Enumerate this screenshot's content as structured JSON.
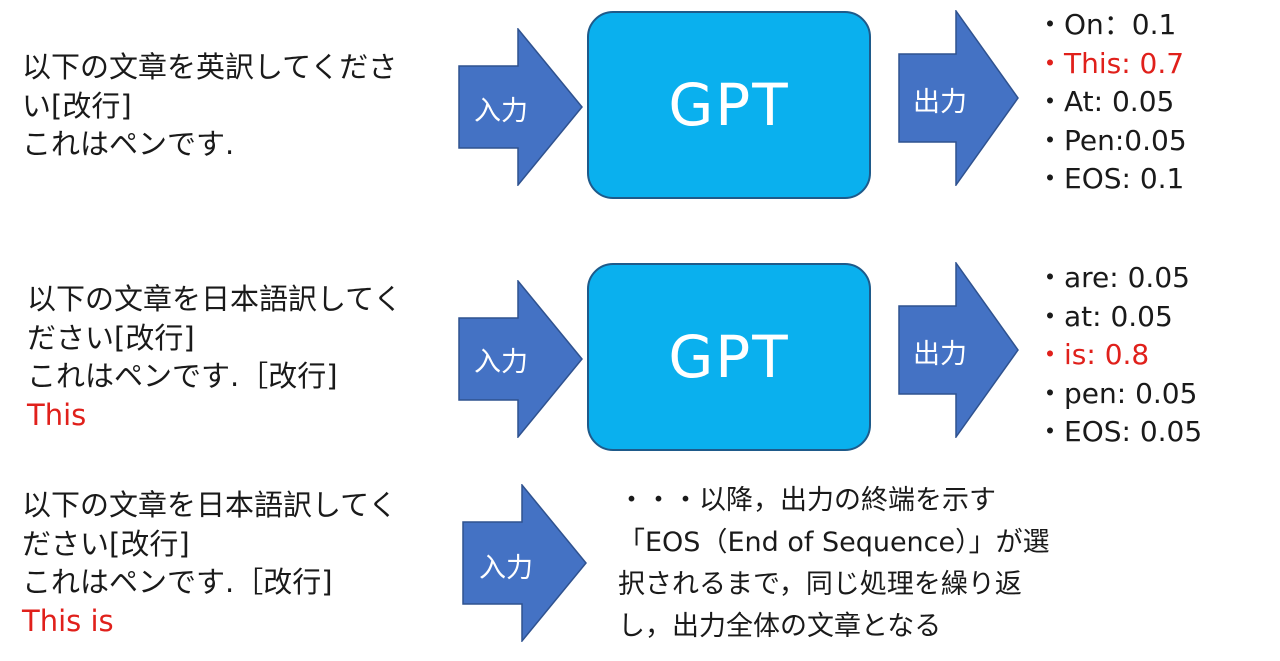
{
  "colors": {
    "arrow": "#4472c4",
    "gpt_box": "#0ab0ee",
    "highlight": "#e0201b"
  },
  "rows": [
    {
      "input_lines": [
        "以下の文章を英訳してくださ",
        "い[改行]",
        "これはペンです."
      ],
      "input_highlight": "",
      "arrow_in_label": "入力",
      "model_label": "GPT",
      "arrow_out_label": "出力",
      "outputs": [
        {
          "text": "・On：0.1",
          "highlight": false
        },
        {
          "text": "・This: 0.7",
          "highlight": true
        },
        {
          "text": "・At: 0.05",
          "highlight": false
        },
        {
          "text": "・Pen:0.05",
          "highlight": false
        },
        {
          "text": "・EOS: 0.1",
          "highlight": false
        }
      ]
    },
    {
      "input_lines": [
        "以下の文章を日本語訳してく",
        "ださい[改行]",
        "これはペンです.［改行]"
      ],
      "input_highlight": "This",
      "arrow_in_label": "入力",
      "model_label": "GPT",
      "arrow_out_label": "出力",
      "outputs": [
        {
          "text": "・are: 0.05",
          "highlight": false
        },
        {
          "text": "・at: 0.05",
          "highlight": false
        },
        {
          "text": "・is: 0.8",
          "highlight": true
        },
        {
          "text": "・pen: 0.05",
          "highlight": false
        },
        {
          "text": "・EOS: 0.05",
          "highlight": false
        }
      ]
    },
    {
      "input_lines": [
        "以下の文章を日本語訳してく",
        "ださい[改行]",
        "これはペンです.［改行]"
      ],
      "input_highlight": "This is",
      "arrow_in_label": "入力",
      "note_lines": [
        "・・・以降，出力の終端を示す",
        "「EOS（End of Sequence）」が選",
        "択されるまで，同じ処理を繰り返",
        "し，出力全体の文章となる"
      ]
    }
  ]
}
